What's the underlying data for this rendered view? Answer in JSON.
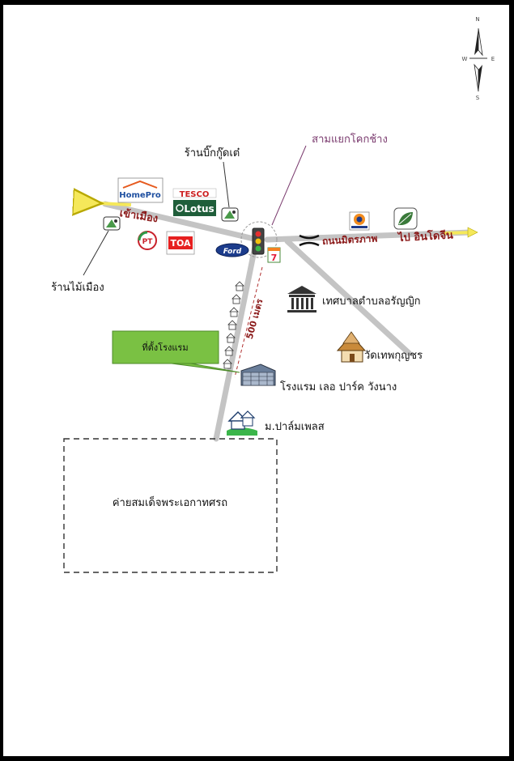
{
  "compass": {
    "n": "N",
    "s": "S",
    "e": "E",
    "w": "W"
  },
  "labels": {
    "junction": "สามแยกโคกช้าง",
    "shop_big": "ร้านบิ๊กกู๊ดเต๋",
    "shop_mai": "ร้านไม้เมือง",
    "to_city": "เข้าเมือง",
    "road_name": "ถนนมิตรภาพ",
    "to_indochina": "ไป อินโดจีน",
    "distance": "500 เมตร",
    "municipality": "เทศบาลตำบลอรัญญิก",
    "temple": "วัดเทพกุญชร",
    "hotel": "โรงแรม เลอ ปาร์ค วังนาง",
    "village": "ม.ปาล์มเพลส",
    "camp": "ค่ายสมเด็จพระเอกาทศรถ",
    "hotel_callout": "ที่ตั้งโรงแรม"
  },
  "logos": {
    "homepro": "HomePro",
    "tesco": "TESCO",
    "lotus": "Lotus",
    "toa": "TOA",
    "ford": "Ford",
    "pt": "PT",
    "seven": "7"
  },
  "colors": {
    "road": "#c4c4c4",
    "junction_line": "#7a3a6e",
    "road_label": "#8b1a1a",
    "arrow": "#f5e85a",
    "callout_fill": "#7ac143",
    "callout_stroke": "#4d8a2a",
    "distance_line": "#b03030"
  }
}
